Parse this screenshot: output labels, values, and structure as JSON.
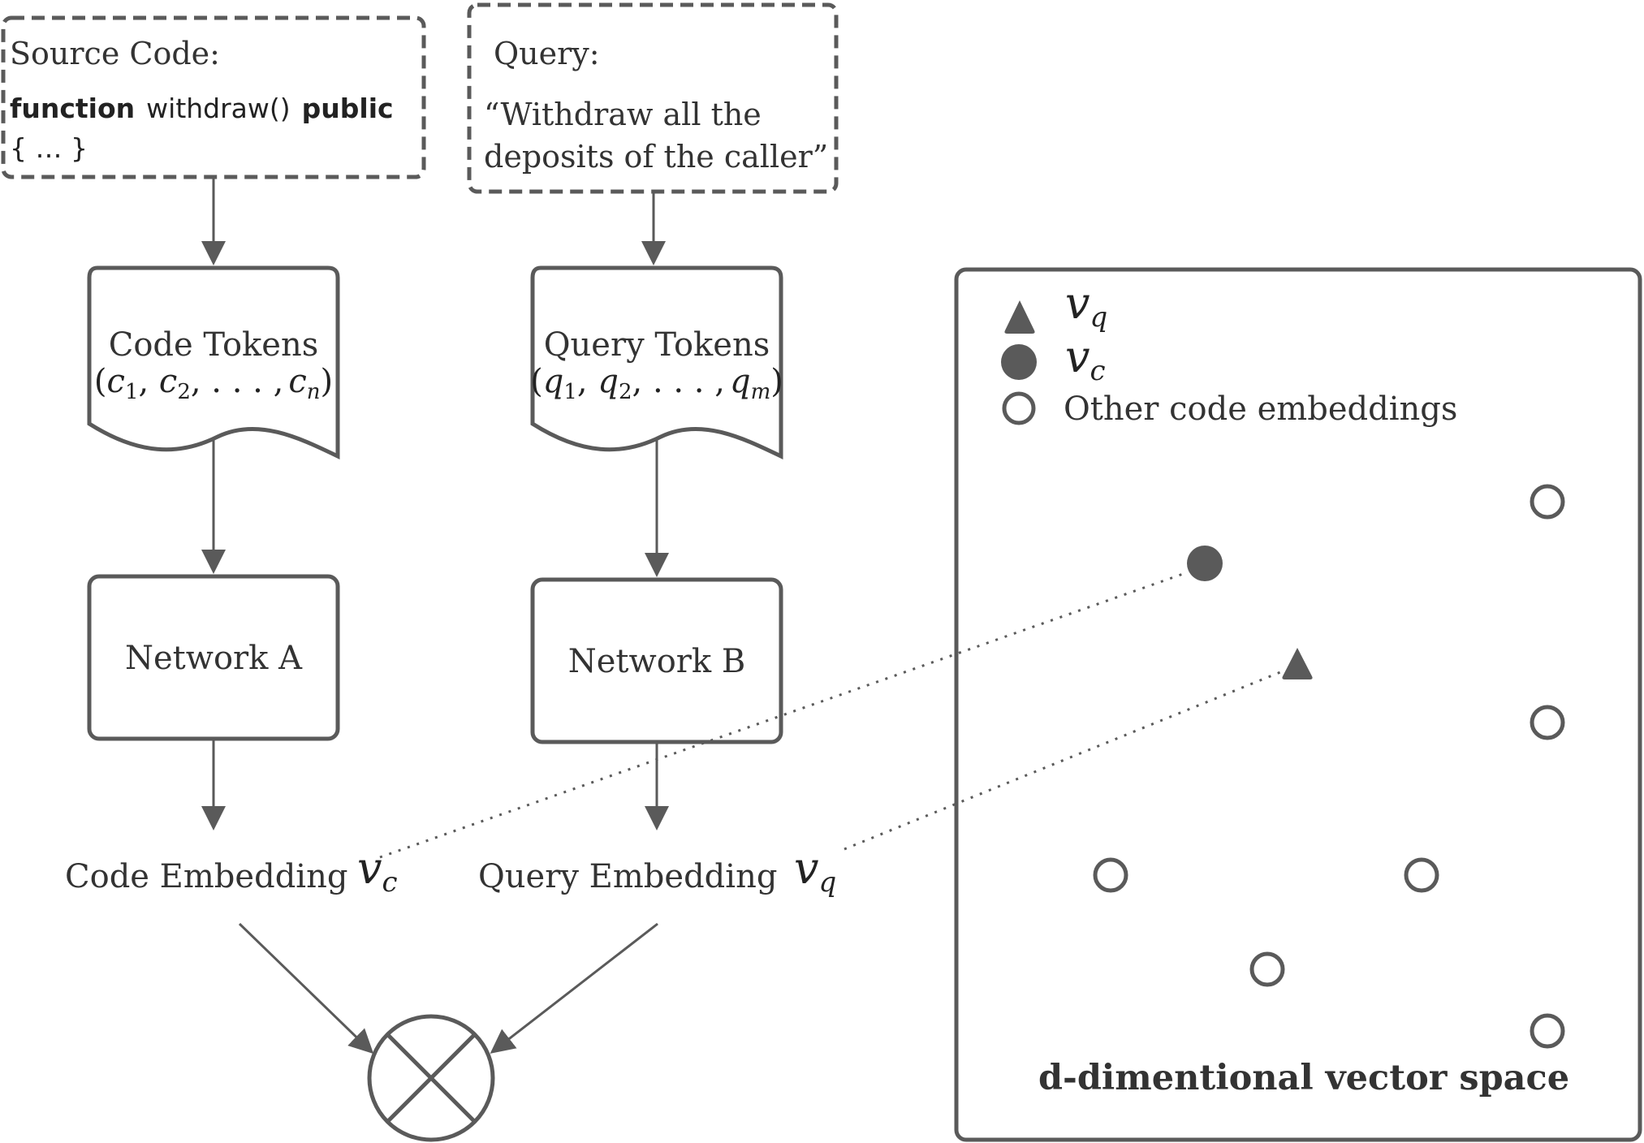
{
  "source": {
    "title": "Source Code:",
    "line1_kw1": "function",
    "line1_name": "withdraw()",
    "line1_kw2": "public",
    "line2": "{ … }"
  },
  "query": {
    "title": "Query:",
    "line1": "“Withdraw all the",
    "line2": "deposits of the caller”"
  },
  "code_tokens": {
    "title": "Code Tokens",
    "open": "(",
    "t1": "c",
    "t1_sub": "1",
    "t2": "c",
    "t2_sub": "2",
    "sep": ", . . . ,",
    "tn": "c",
    "tn_sub": "n",
    "close": ")"
  },
  "query_tokens": {
    "title": "Query Tokens",
    "open": "(",
    "t1": "q",
    "t1_sub": "1",
    "t2": "q",
    "t2_sub": "2",
    "sep": ", . . . ,",
    "tn": "q",
    "tn_sub": "m",
    "close": ")"
  },
  "network_a": {
    "label": "Network A"
  },
  "network_b": {
    "label": "Network B"
  },
  "code_embedding": {
    "label": "Code Embedding",
    "sym": "v",
    "sub": "c"
  },
  "query_embedding": {
    "label": "Query Embedding",
    "sym": "v",
    "sub": "q"
  },
  "legend": {
    "vq_sym": "v",
    "vq_sub": "q",
    "vc_sym": "v",
    "vc_sub": "c",
    "other": "Other code embeddings"
  },
  "vector_space": {
    "title": "d-dimentional vector space"
  },
  "colors": {
    "stroke": "#5a5a5a",
    "text": "#333333",
    "fill": "#5a5a5a"
  }
}
